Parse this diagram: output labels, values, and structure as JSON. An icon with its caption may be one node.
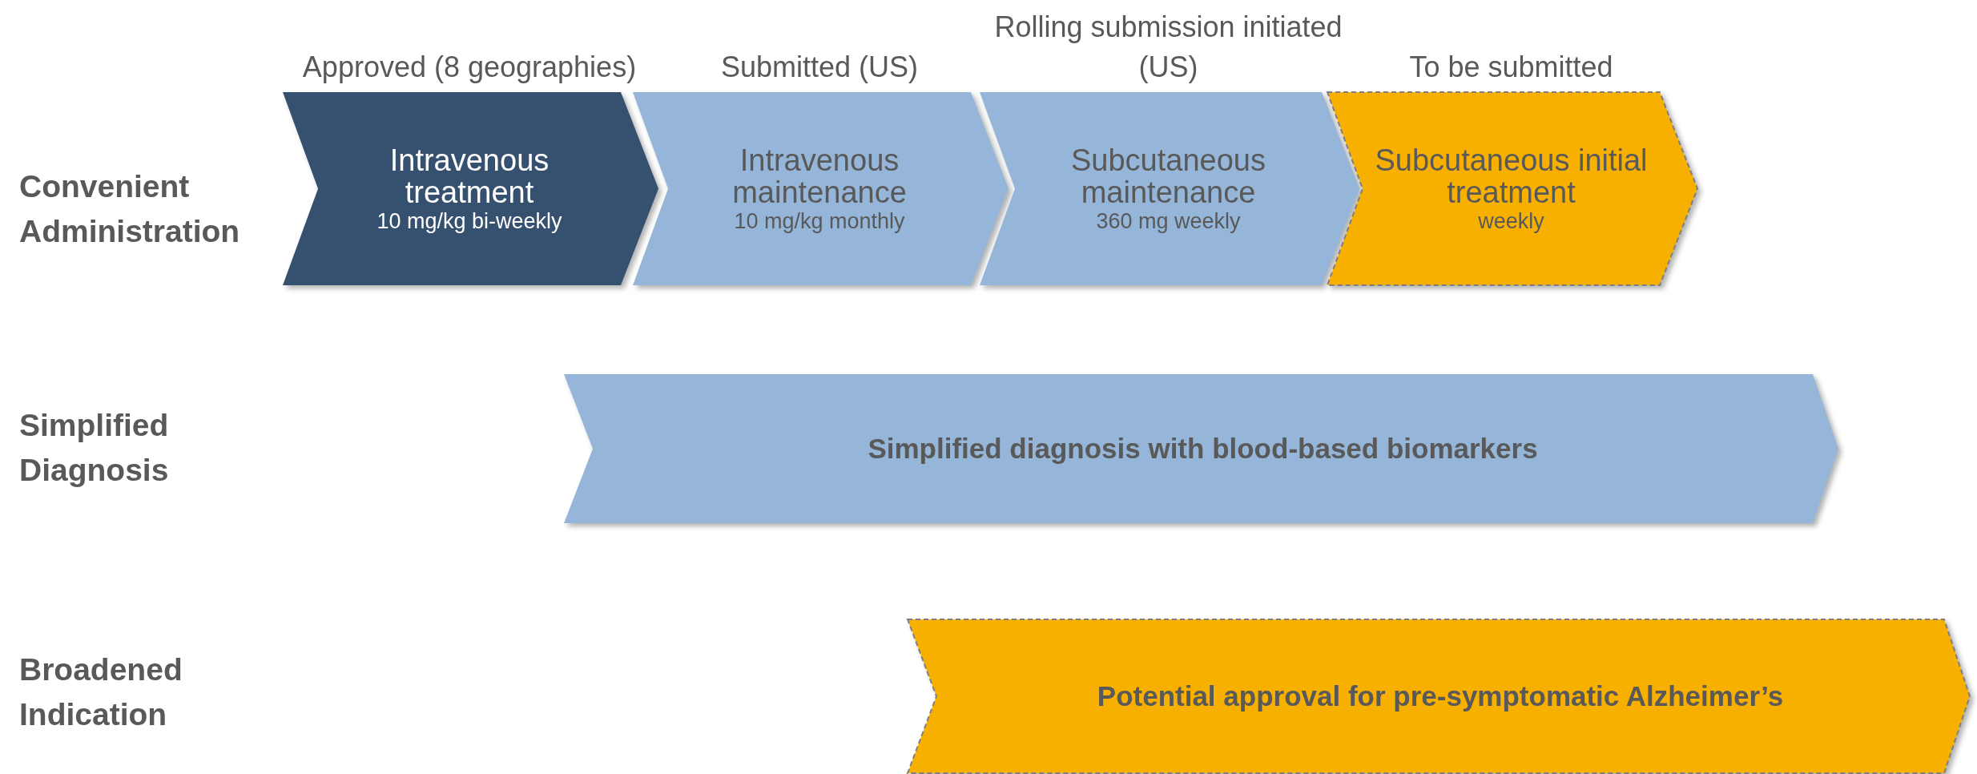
{
  "diagram": {
    "nodes": [
      {
        "text": [
          "Intravenous treatment",
          "10 mg/kg bi-weekly"
        ],
        "beside": [
          "Approved (8 geographies)"
        ]
      },
      {
        "text": [
          "Intravenous maintenance",
          "10 mg/kg monthly"
        ],
        "beside": [
          "Submitted (US)"
        ]
      },
      {
        "text": [
          "Subcutaneous maintenance",
          "360 mg weekly"
        ],
        "beside": [
          "Rolling submission initiated (US)"
        ]
      },
      {
        "text": [
          "Subcutaneous initial treatment",
          "weekly"
        ],
        "beside": [
          "To be submitted"
        ]
      },
      {
        "text": [
          "Simplified diagnosis with blood-based biomarkers"
        ]
      },
      {
        "text": [
          "Potential approval for pre-symptomatic Alzheimer’s"
        ]
      }
    ],
    "labels": [
      "Convenient Administration",
      "Simplified Diagnosis",
      "Broadened Indication"
    ]
  }
}
